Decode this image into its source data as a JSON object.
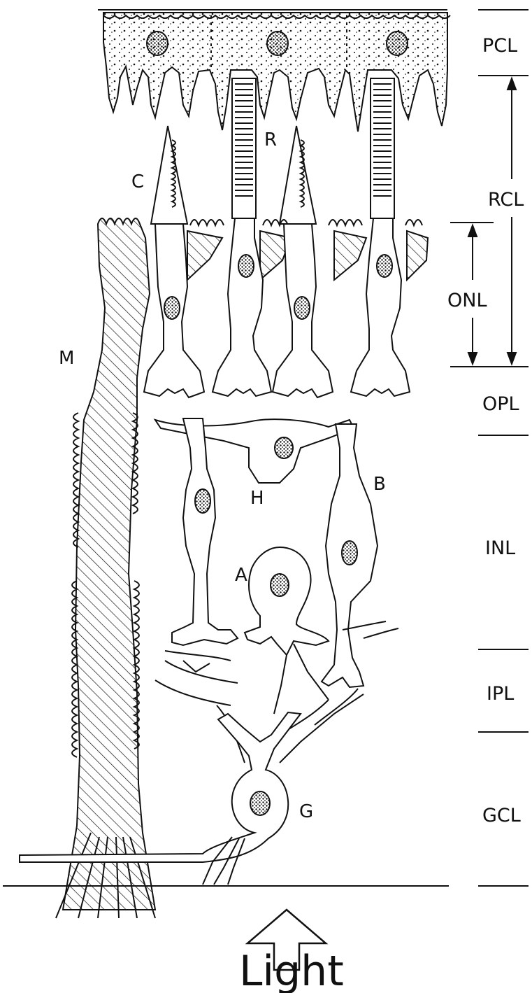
{
  "colors": {
    "ink": "#111111",
    "background": "#ffffff"
  },
  "layers": {
    "pcl": "PCL",
    "rcl": "RCL",
    "onl": "ONL",
    "opl": "OPL",
    "inl": "INL",
    "ipl": "IPL",
    "gcl": "GCL"
  },
  "cells": {
    "cone": "C",
    "rod": "R",
    "muller": "M",
    "horizontal": "H",
    "bipolar": "B",
    "amacrine": "A",
    "ganglion": "G"
  },
  "light_label": "Light",
  "icons": {
    "light_arrow": "up-arrow-icon"
  }
}
